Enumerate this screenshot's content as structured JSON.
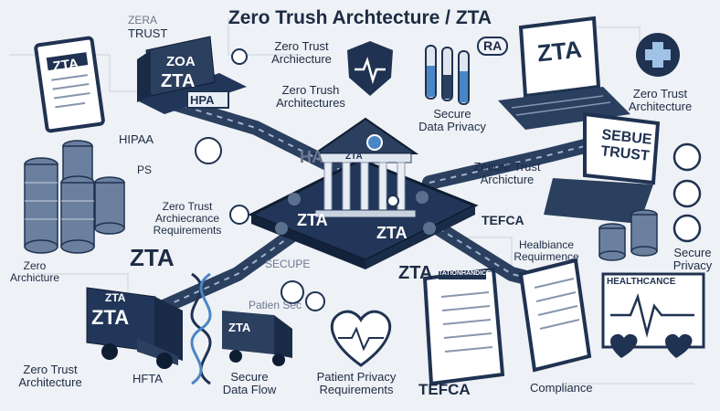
{
  "title": "Zero Trush Archtecture / ZTA",
  "labels": {
    "zera": "ZERA",
    "trust_top": "TRUST",
    "zero_trust_archiecture": "Zero Trust\nArchiecture",
    "zero_trush_architectures": "Zero Trush\nArchitectures",
    "secure_data_privacy": "Secure\nData Privacy",
    "hipaa": "HIPAA",
    "ps": "PS",
    "zero_trust_requirements": "Zero Trust\nArchiecrance\nRequirements",
    "zta_big": "ZTA",
    "zero_archicture": "Zero\nArchicture",
    "zero_trust_architecture_bl": "Zero Trust\nArchitecture",
    "hfta": "HFTA",
    "secure_data_flow": "Secure\nData Flow",
    "patient_privacy": "Patient Privacy\nRequirements",
    "tefca_bottom": "TEFCA",
    "compliance": "Compliance",
    "zta_center_mid": "ZTA",
    "secure_small": "SECUPE",
    "patient_small": "Patien Sec",
    "zecure_trust": "Zecure Trust\nArchicture",
    "tefca_mid": "TEFCA",
    "healbance": "Healbiance\nRequirmence",
    "secure_privacy": "Secure\nPrivacy",
    "zero_trust_architecture_r": "Zero Trust\nArchitecture",
    "ha": "HA",
    "ra": "RA"
  },
  "signs": {
    "zta_tablet": "ZTA",
    "zoa_truck": "ZOA",
    "zta_truck": "ZTA",
    "hpa": "HPA",
    "zta_laptop": "ZTA",
    "sebue_trust": "SEBUE\nTRUST",
    "zta_roof": "ZTA",
    "zta_platform_left": "ZTA",
    "zta_platform_right": "ZTA",
    "zta_box_truck": "ZTA",
    "zta_box_side": "ZTA",
    "zta_small_van": "ZTA",
    "healthcance": "HEALTHCANCE",
    "clipboard_header": "TATIONHANDICE"
  },
  "colors": {
    "navy": "#1f3251",
    "steel": "#5b6f8f",
    "accent": "#4a86c5",
    "light_blue": "#9fc2e6",
    "bg": "#eef1f5"
  },
  "icons": [
    "shield-heart-icon",
    "building-icon",
    "laptop-icon",
    "server-stack-icon",
    "truck-icon",
    "clipboard-icon",
    "dna-icon",
    "heart-pulse-icon",
    "lock-icon",
    "gear-icon",
    "test-tubes-icon",
    "tablet-icon",
    "medical-cross-icon",
    "monitor-heartbeat-icon"
  ]
}
